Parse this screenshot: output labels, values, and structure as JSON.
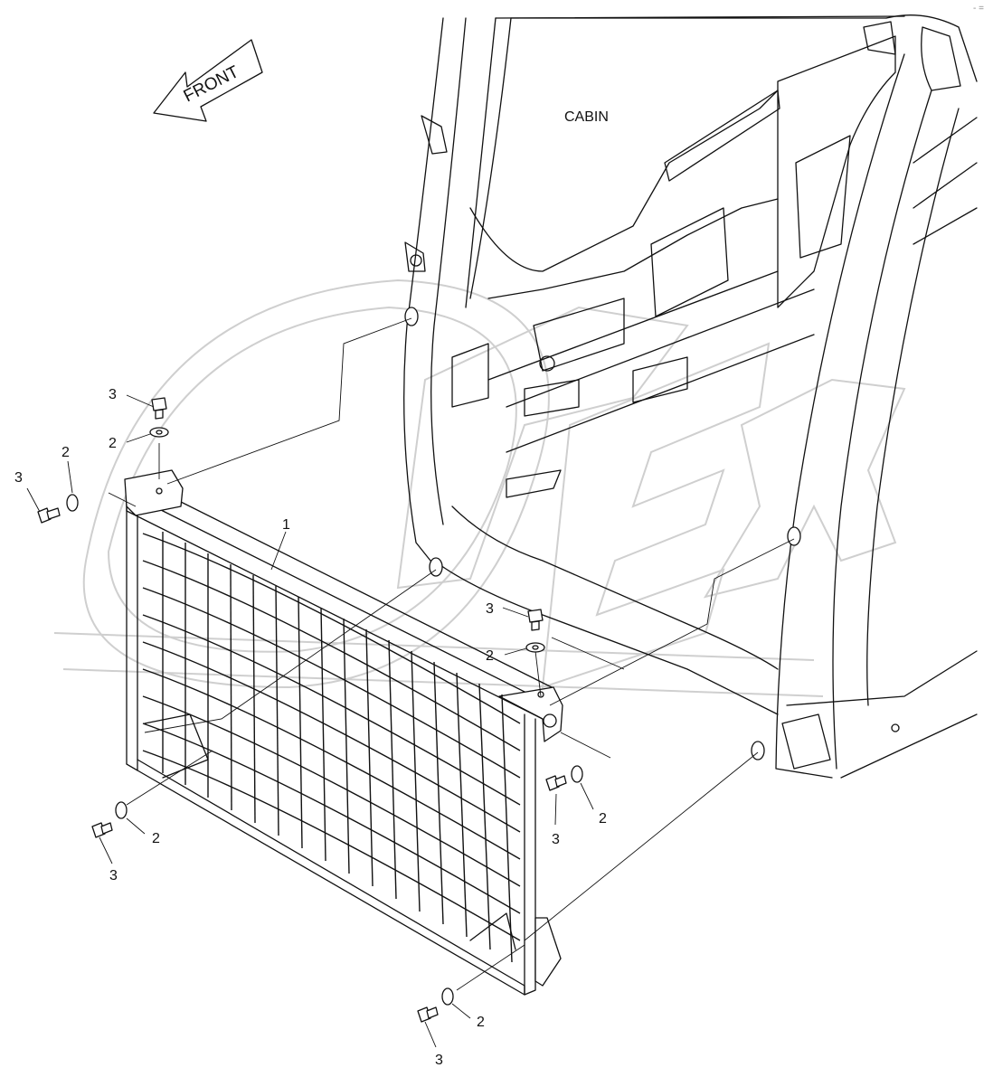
{
  "diagram": {
    "direction_arrow": {
      "label": "FRONT"
    },
    "cabin_label": "CABIN",
    "watermark_text": "OPEX",
    "callouts": [
      {
        "id": "c1",
        "text": "1"
      },
      {
        "id": "c2a",
        "text": "2"
      },
      {
        "id": "c2b",
        "text": "2"
      },
      {
        "id": "c2c",
        "text": "2"
      },
      {
        "id": "c2d",
        "text": "2"
      },
      {
        "id": "c2e",
        "text": "2"
      },
      {
        "id": "c2f",
        "text": "2"
      },
      {
        "id": "c3a",
        "text": "3"
      },
      {
        "id": "c3b",
        "text": "3"
      },
      {
        "id": "c3c",
        "text": "3"
      },
      {
        "id": "c3d",
        "text": "3"
      },
      {
        "id": "c3e",
        "text": "3"
      },
      {
        "id": "c3f",
        "text": "3"
      }
    ],
    "corner_mark": "- ="
  }
}
